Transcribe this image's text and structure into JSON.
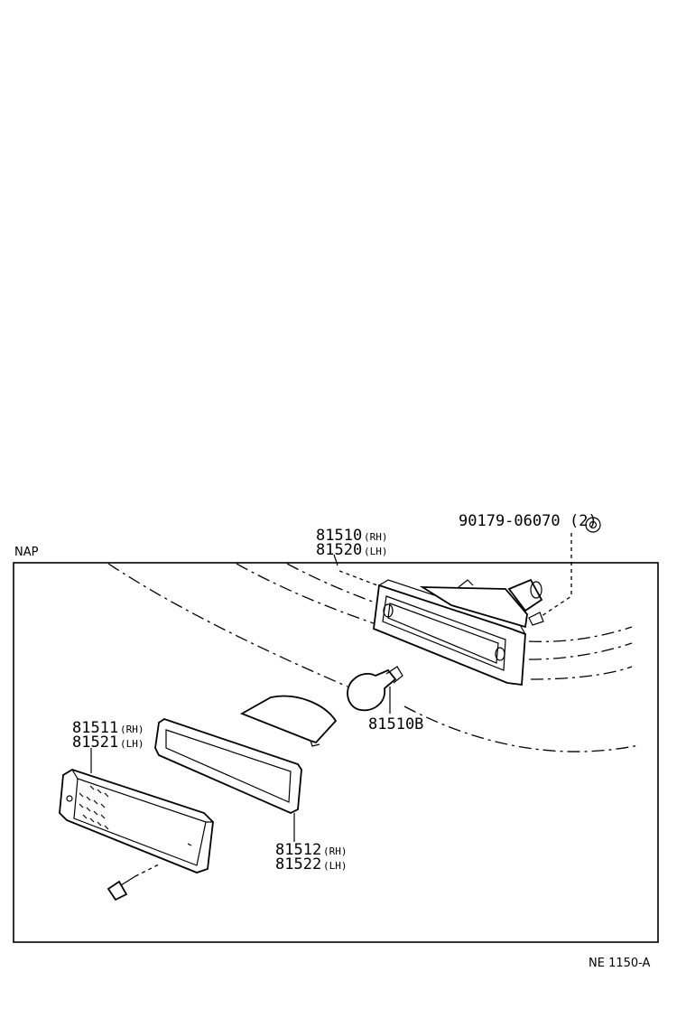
{
  "diagram": {
    "area_label": "NAP",
    "figure_code": "NE 1150-A",
    "callouts": {
      "housing": {
        "main_rh": "81510",
        "suffix_rh": "(RH)",
        "main_lh": "81520",
        "suffix_lh": "(LH)"
      },
      "bolt": {
        "number": "90179-06070",
        "qty": "(2)"
      },
      "bulb": {
        "number": "81510B"
      },
      "lens": {
        "main_rh": "81511",
        "suffix_rh": "(RH)",
        "main_lh": "81521",
        "suffix_lh": "(LH)"
      },
      "gasket": {
        "main_rh": "81512",
        "suffix_rh": "(RH)",
        "main_lh": "81522",
        "suffix_lh": "(LH)"
      }
    }
  }
}
